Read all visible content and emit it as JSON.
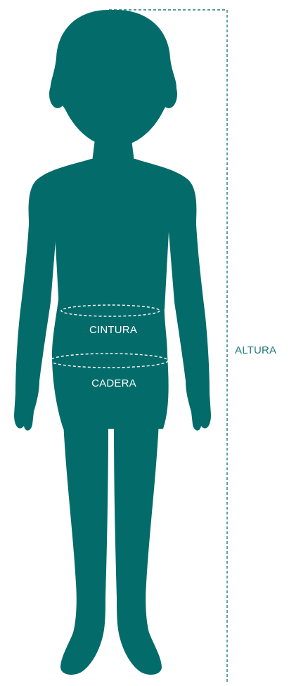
{
  "diagram": {
    "measurements": {
      "waist_label": "CINTURA",
      "hip_label": "CADERA",
      "height_label": "ALTURA"
    },
    "colors": {
      "silhouette": "#046b6b",
      "guide_line": "#1e7a76",
      "inner_text": "#ffffff",
      "outer_text": "#1f7773",
      "background": "#ffffff"
    }
  }
}
